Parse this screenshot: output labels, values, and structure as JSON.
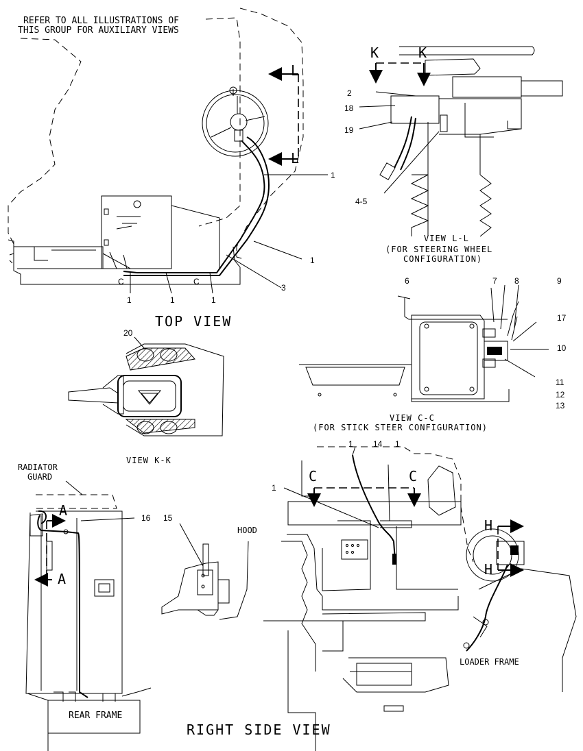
{
  "note": {
    "line1": "REFER TO ALL ILLUSTRATIONS OF",
    "line2": "THIS GROUP FOR AUXILIARY VIEWS"
  },
  "views": {
    "top": "TOP VIEW",
    "right_side": "RIGHT SIDE VIEW",
    "ll_title": "VIEW L-L",
    "ll_sub1": "(FOR STEERING WHEEL",
    "ll_sub2": "CONFIGURATION)",
    "cc_title": "VIEW C-C",
    "cc_sub": "(FOR STICK STEER CONFIGURATION)",
    "kk_title": "VIEW K-K"
  },
  "section_letters": {
    "L": "L",
    "K": "K",
    "C": "C",
    "A": "A",
    "H": "H"
  },
  "labels": {
    "radiator_guard_1": "RADIATOR",
    "radiator_guard_2": "GUARD",
    "hood": "HOOD",
    "rear_frame": "REAR FRAME",
    "loader_frame": "LOADER FRAME"
  },
  "callouts": {
    "n1": "1",
    "n2": "2",
    "n3": "3",
    "n4_5": "4-5",
    "n6": "6",
    "n7": "7",
    "n8": "8",
    "n9": "9",
    "n10": "10",
    "n11": "11",
    "n12": "12",
    "n13": "13",
    "n14": "14",
    "n15": "15",
    "n16": "16",
    "n17": "17",
    "n18": "18",
    "n19": "19",
    "n20": "20"
  }
}
